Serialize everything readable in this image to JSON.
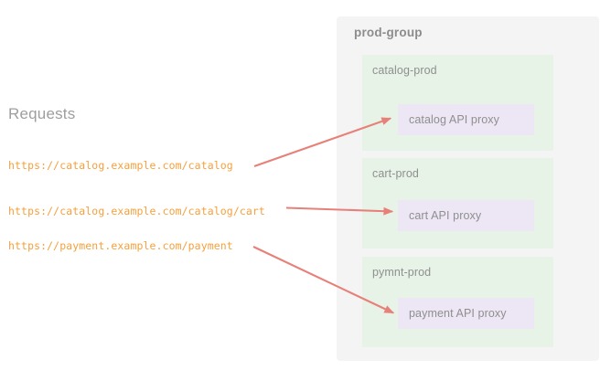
{
  "diagram": {
    "background_color": "#ffffff",
    "arrow_color": "#e8807a"
  },
  "requests": {
    "title": "Requests",
    "title_color": "#9e9e9e",
    "url_color": "#f5a03c",
    "items": [
      {
        "url": "https://catalog.example.com/catalog"
      },
      {
        "url": "https://catalog.example.com/catalog/cart"
      },
      {
        "url": "https://payment.example.com/payment"
      }
    ]
  },
  "group": {
    "title": "prod-group",
    "panel_color": "#f4f4f4",
    "environment_color": "#e7f3e7",
    "proxy_color": "#ede6f4",
    "environments": [
      {
        "name": "catalog-prod",
        "proxy": "catalog API proxy"
      },
      {
        "name": "cart-prod",
        "proxy": "cart API proxy"
      },
      {
        "name": "pymnt-prod",
        "proxy": "payment API proxy"
      }
    ]
  },
  "connections": [
    {
      "from": "https://catalog.example.com/catalog",
      "to": "catalog API proxy"
    },
    {
      "from": "https://catalog.example.com/catalog/cart",
      "to": "cart API proxy"
    },
    {
      "from": "https://payment.example.com/payment",
      "to": "payment API proxy"
    }
  ]
}
